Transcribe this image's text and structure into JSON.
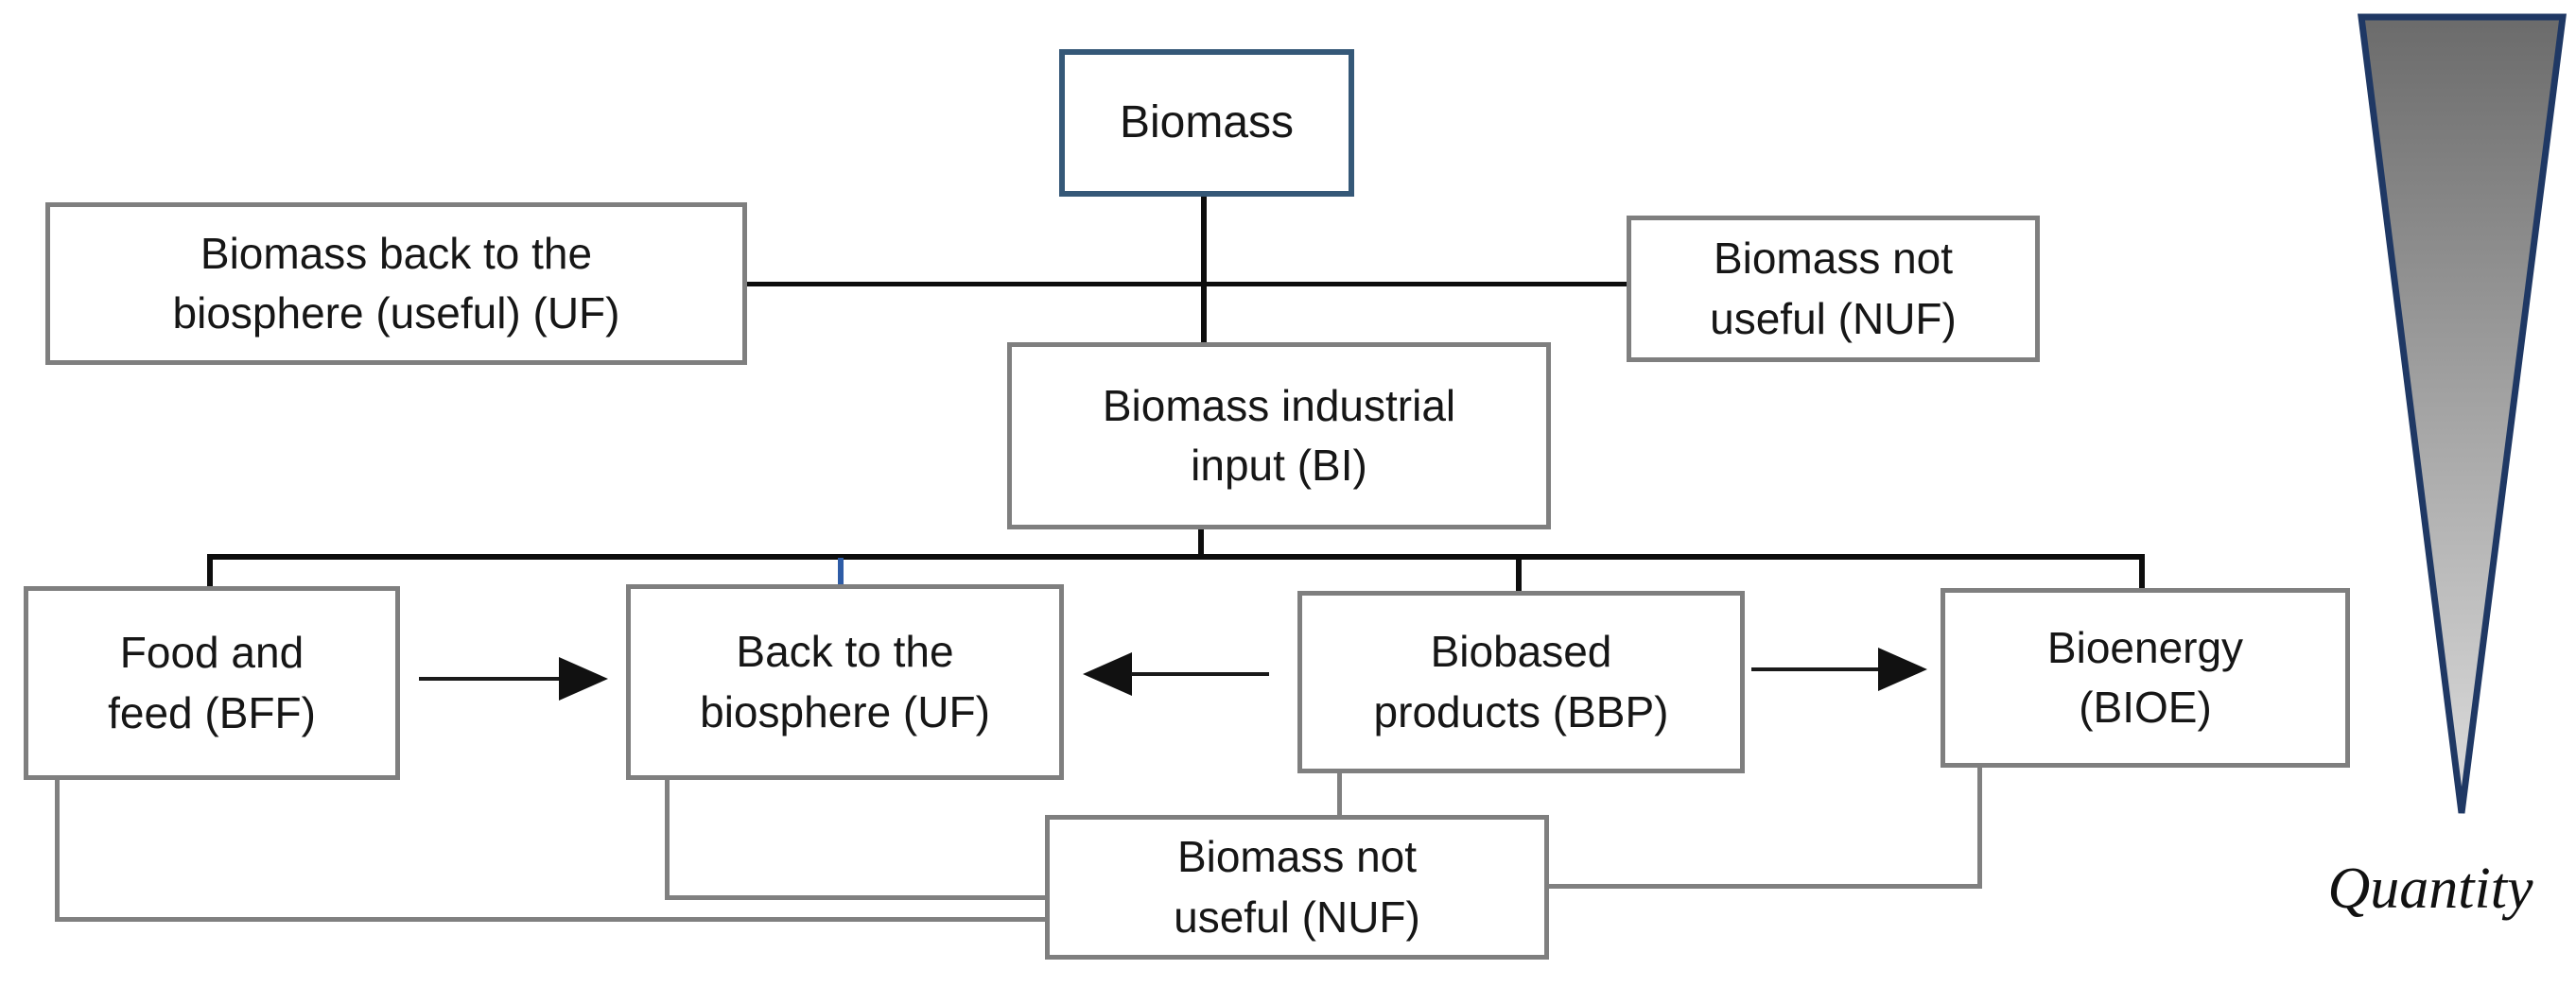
{
  "diagram": {
    "nodes": {
      "biomass": {
        "label": "Biomass"
      },
      "biomass_back_useful": {
        "label": "Biomass back to the\nbiosphere (useful) (UF)"
      },
      "biomass_not_useful_top": {
        "label": "Biomass not\nuseful (NUF)"
      },
      "biomass_industrial_input": {
        "label": "Biomass industrial\ninput (BI)"
      },
      "food_and_feed": {
        "label": "Food and\nfeed (BFF)"
      },
      "back_to_biosphere": {
        "label": "Back to the\nbiosphere (UF)"
      },
      "biobased_products": {
        "label": "Biobased\nproducts (BBP)"
      },
      "bioenergy": {
        "label": "Bioenergy\n(BIOE)"
      },
      "biomass_not_useful_bottom": {
        "label": "Biomass not\nuseful (NUF)"
      }
    },
    "legend": {
      "quantity_label": "Quantity"
    },
    "colors": {
      "navy_box_border": "#355878",
      "gray_box_border": "#7f7f7f",
      "black_connector": "#0d0d0d",
      "blue_connector": "#2e5ca6",
      "gray_connector": "#808080",
      "triangle_border": "#1f3864",
      "triangle_gradient_top": "#6b6b6b",
      "triangle_gradient_bottom": "#dedede",
      "text": "#161616"
    }
  }
}
